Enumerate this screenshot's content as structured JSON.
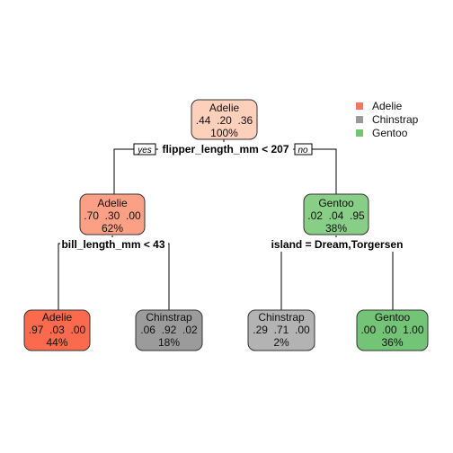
{
  "colors": {
    "Adelie": "#F8765F",
    "Chinstrap": "#9A9A9A",
    "Gentoo": "#74C476",
    "node1": "#FDD0BC",
    "node2": "#FCA085",
    "node3": "#88CE86",
    "node4": "#FC6A4E",
    "node5": "#9B9B9B",
    "node6": "#B3B3B3",
    "node7": "#73C476"
  },
  "legend": [
    {
      "label": "Adelie",
      "color": "#F8765F"
    },
    {
      "label": "Chinstrap",
      "color": "#9A9A9A"
    },
    {
      "label": "Gentoo",
      "color": "#74C476"
    }
  ],
  "nodes": [
    {
      "id": "root",
      "cls": "Adelie",
      "probs": ".44  .20  .36",
      "pct": "100%"
    },
    {
      "id": "left",
      "cls": "Adelie",
      "probs": ".70  .30  .00",
      "pct": "62%"
    },
    {
      "id": "right",
      "cls": "Gentoo",
      "probs": ".02  .04  .95",
      "pct": "38%"
    },
    {
      "id": "ll",
      "cls": "Adelie",
      "probs": ".97  .03  .00",
      "pct": "44%"
    },
    {
      "id": "lr",
      "cls": "Chinstrap",
      "probs": ".06  .92  .02",
      "pct": "18%"
    },
    {
      "id": "rl",
      "cls": "Chinstrap",
      "probs": ".29  .71  .00",
      "pct": "2%"
    },
    {
      "id": "rr",
      "cls": "Gentoo",
      "probs": ".00  .00  1.00",
      "pct": "36%"
    }
  ],
  "splits": {
    "root": "flipper_length_mm < 207",
    "left": "bill_length_mm < 43",
    "right": "island = Dream,Torgersen",
    "yes": "yes",
    "no": "no"
  }
}
